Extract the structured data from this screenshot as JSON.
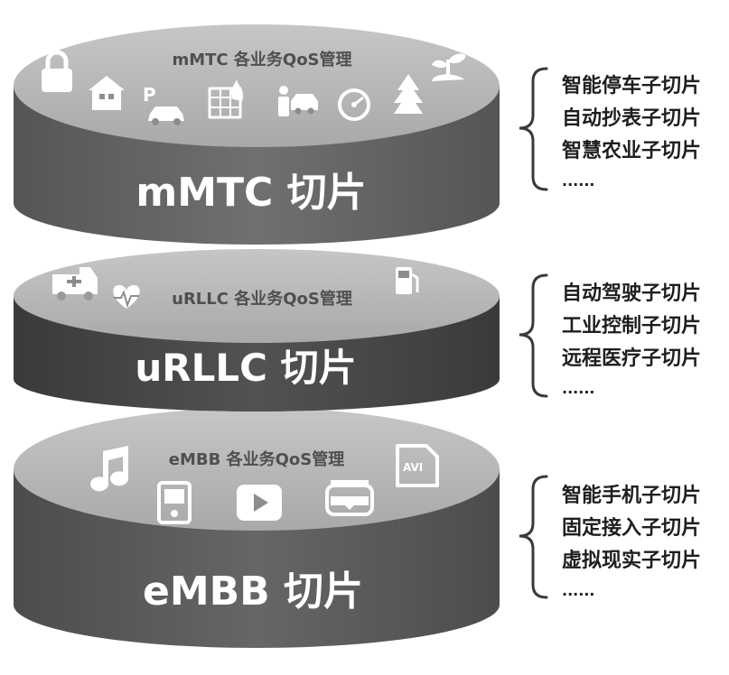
{
  "layers": [
    {
      "id": "mmtc",
      "top_label": "mMTC 各业务QoS管理",
      "name": "mMTC 切片",
      "icons": [
        "lock-icon",
        "house-icon",
        "parking-car-icon",
        "building-fire-icon",
        "person-car-icon",
        "meter-gauge-icon",
        "pine-tree-icon",
        "sprout-icon"
      ],
      "sub_slices": [
        "智能停车子切片",
        "自动抄表子切片",
        "智慧农业子切片",
        "......"
      ]
    },
    {
      "id": "urllc",
      "top_label": "uRLLC 各业务QoS管理",
      "name": "uRLLC 切片",
      "icons": [
        "ambulance-icon",
        "heart-pulse-icon",
        "fuel-pump-icon"
      ],
      "sub_slices": [
        "自动驾驶子切片",
        "工业控制子切片",
        "远程医疗子切片",
        "......"
      ]
    },
    {
      "id": "embb",
      "top_label": "eMBB 各业务QoS管理",
      "name": "eMBB 切片",
      "icons": [
        "music-note-icon",
        "media-player-icon",
        "play-button-icon",
        "vr-headset-icon",
        "avi-file-icon"
      ],
      "sub_slices": [
        "智能手机子切片",
        "固定接入子切片",
        "虚拟现实子切片",
        "......"
      ]
    }
  ],
  "colors": {
    "mmtc_body": "#6a6a6a",
    "urllc_body": "#4c4c4c",
    "embb_body": "#5e5e5e",
    "disk_top": "#b9b9b9",
    "text": "#1e1e1e"
  }
}
